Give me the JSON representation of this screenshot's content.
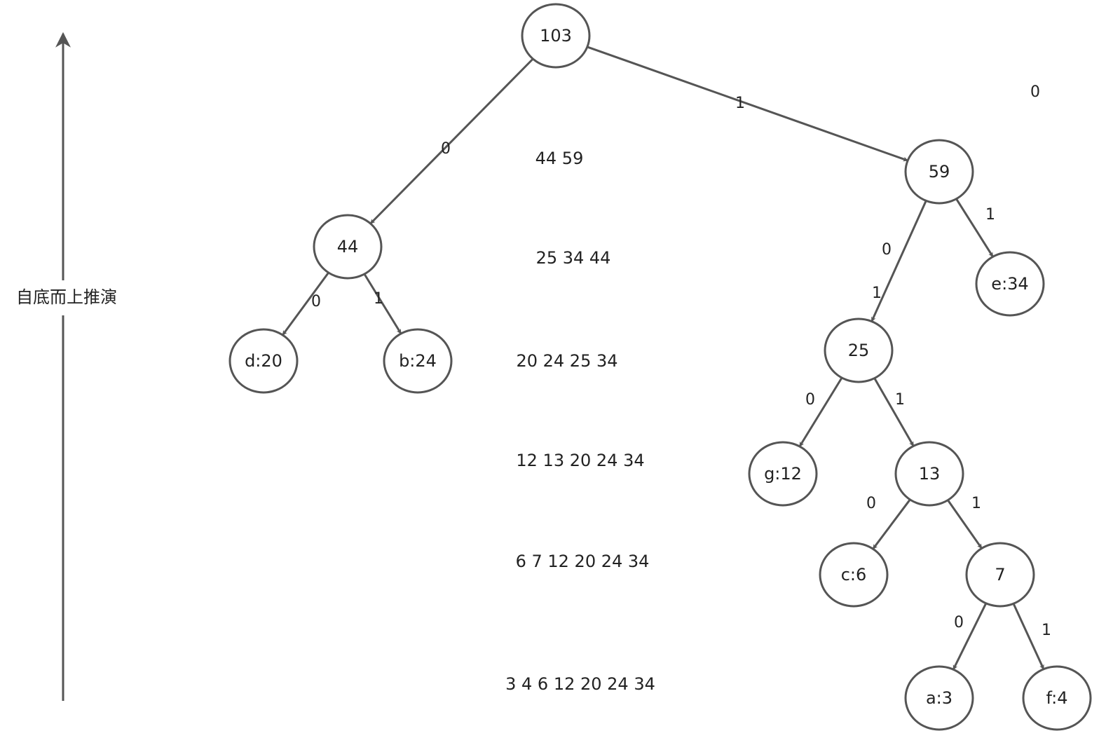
{
  "colors": {
    "stroke": "#555555",
    "text": "#222222",
    "background": "#ffffff"
  },
  "side_label": "自底而上推演",
  "stray_label": "0",
  "nodes": [
    {
      "id": "n103",
      "label": "103"
    },
    {
      "id": "n44",
      "label": "44"
    },
    {
      "id": "n59",
      "label": "59"
    },
    {
      "id": "nd20",
      "label": "d:20"
    },
    {
      "id": "nb24",
      "label": "b:24"
    },
    {
      "id": "n25",
      "label": "25"
    },
    {
      "id": "ne34",
      "label": "e:34"
    },
    {
      "id": "ng12",
      "label": "g:12"
    },
    {
      "id": "n13",
      "label": "13"
    },
    {
      "id": "nc6",
      "label": "c:6"
    },
    {
      "id": "n7",
      "label": "7"
    },
    {
      "id": "na3",
      "label": "a:3"
    },
    {
      "id": "nf4",
      "label": "f:4"
    }
  ],
  "edges": [
    {
      "id": "e1",
      "from": "n103",
      "to": "n44",
      "label": "0"
    },
    {
      "id": "e2",
      "from": "n103",
      "to": "n59",
      "label": "1"
    },
    {
      "id": "e3",
      "from": "n44",
      "to": "nd20",
      "label": "0"
    },
    {
      "id": "e4",
      "from": "n44",
      "to": "nb24",
      "label": "1"
    },
    {
      "id": "e5",
      "from": "n59",
      "to": "n25",
      "label": "0"
    },
    {
      "id": "e6",
      "from": "n59",
      "to": "ne34",
      "label": "1"
    },
    {
      "id": "e7",
      "from": "n25",
      "to": "ng12",
      "label": "0"
    },
    {
      "id": "e8",
      "from": "n25",
      "to": "n13",
      "label": "1"
    },
    {
      "id": "e9",
      "from": "n13",
      "to": "nc6",
      "label": "0"
    },
    {
      "id": "e10",
      "from": "n13",
      "to": "n7",
      "label": "1"
    },
    {
      "id": "e11",
      "from": "n7",
      "to": "na3",
      "label": "0"
    },
    {
      "id": "e12",
      "from": "n7",
      "to": "nf4",
      "label": "1"
    }
  ],
  "extra_edge_labels": [
    {
      "id": "x1",
      "label": "1"
    }
  ],
  "sequences": [
    "44 59",
    "25 34 44",
    "20 24 25 34",
    "12 13 20 24 34",
    "6 7 12 20 24 34",
    "3 4 6 12 20 24 34"
  ]
}
